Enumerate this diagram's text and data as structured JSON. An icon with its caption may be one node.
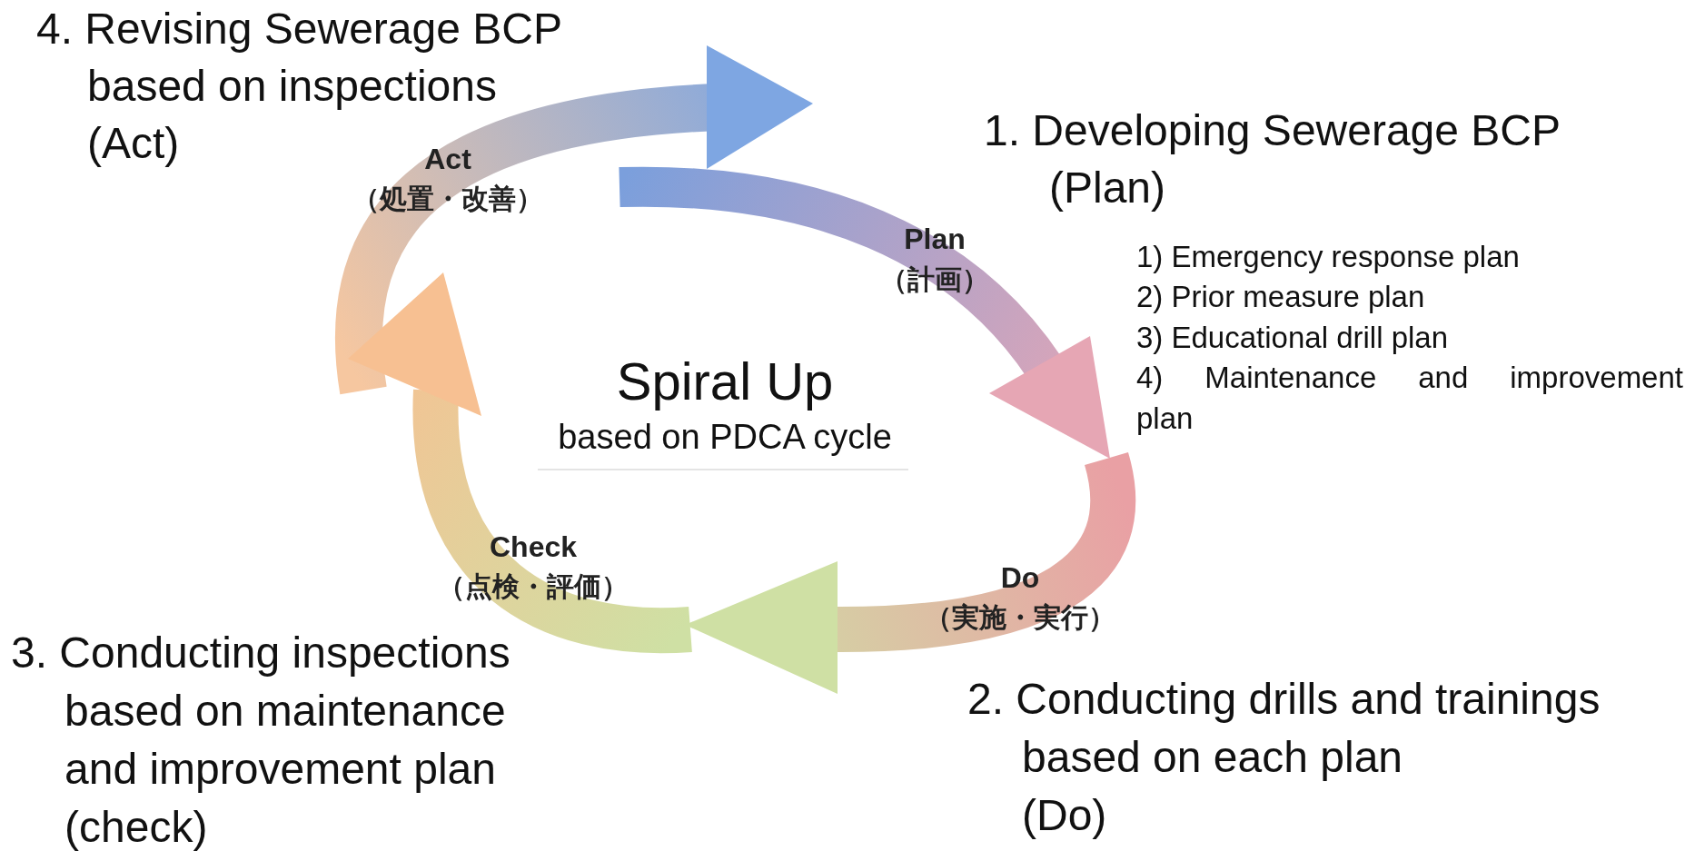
{
  "diagram": {
    "labels": [
      "4. Revising Sewerage BCP based on inspections (Act)",
      "Act",
      "（処置・改善）",
      "1. Developing Sewerage BCP (Plan)",
      "Plan",
      "（計画）",
      "1) Emergency response plan",
      "2) Prior measure plan",
      "3) Educational drill plan",
      "4) Maintenance and improvement plan",
      "Spiral Up",
      "based on PDCA cycle",
      "Check",
      "（点検・評価）",
      "Do",
      "（実施・実行）",
      "3. Conducting inspections based on maintenance and improvement plan (check)",
      "2. Conducting drills and trainings based on each plan (Do)"
    ]
  }
}
